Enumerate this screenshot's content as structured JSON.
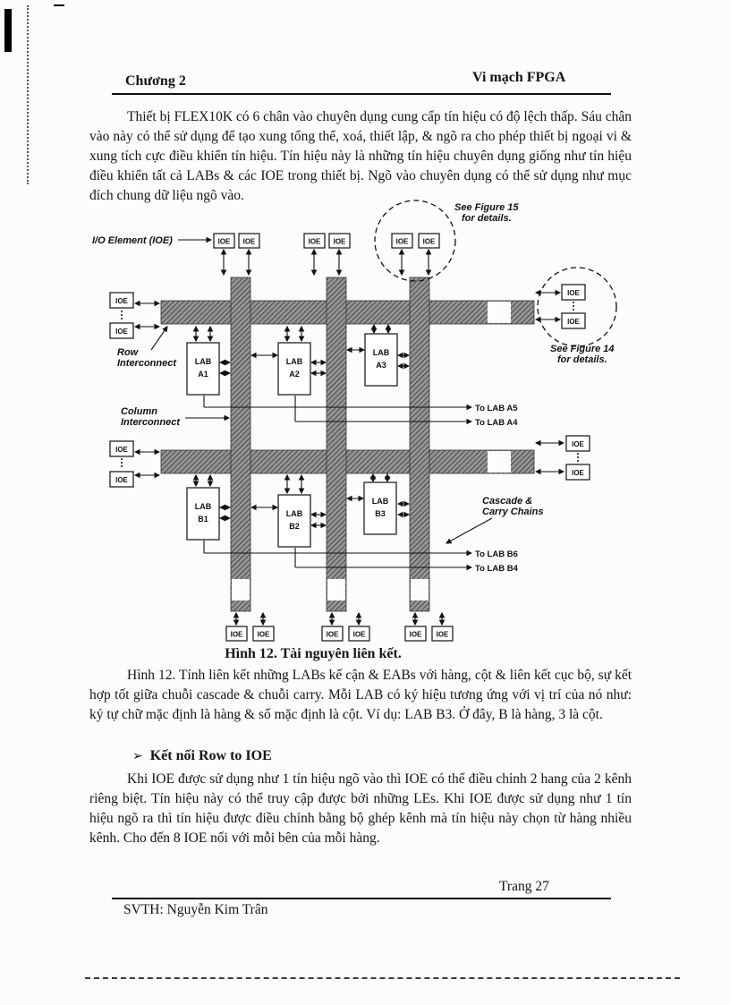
{
  "header": {
    "left": "Chương 2",
    "right": "Vi mạch FPGA"
  },
  "footer": {
    "left": "SVTH: Nguyễn Kim Trân",
    "right": "Trang 27"
  },
  "paragraphs": {
    "p1": "Thiết bị FLEX10K có 6 chân vào chuyên dụng cung cấp tín hiệu có độ lệch thấp. Sáu chân vào này có thể sử dụng để tạo xung tổng thể, xoá, thiết lập, & ngõ ra cho phép thiết bị ngoại vi & xung tích cực điều khiển tín hiệu. Tín hiệu này là những tín hiệu chuyên dụng giống như tín hiệu điều khiển tất cả LABs & các IOE trong thiết bị. Ngõ vào chuyên dụng có thể sử dụng như mục đích chung dữ liệu ngõ vào.",
    "p2": "Hình 12. Tính liên kết những LABs kế cận & EABs với hàng, cột & liên kết cục bộ, sự kết hợp tốt giữa chuỗi cascade & chuỗi carry. Mỗi LAB có ký hiệu tương ứng với vị trí của nó như: ký tự chữ mặc định là hàng & số mặc định là cột. Ví dụ: LAB B3. Ở đây, B là hàng, 3 là cột.",
    "p3": "Khi IOE được sử dụng như 1 tín hiệu ngõ vào thì IOE có thể điều chỉnh 2 hang của 2 kênh riêng biệt. Tín hiệu này có thể truy cập được bởi những LEs. Khi IOE được sử dụng như 1 tín hiệu ngõ ra thì tín hiệu được điều chỉnh bằng bộ ghép kênh mà tín hiệu này chọn từ hàng nhiều kênh. Cho đến 8 IOE nối với mỗi bên của mỗi hàng."
  },
  "section": {
    "bullet": "➢",
    "heading": "Kết nối Row to IOE"
  },
  "figure": {
    "caption": "Hình 12. Tài nguyên liên kết.",
    "ioe": "IOE",
    "io_element_label": "I/O Element (IOE)",
    "see_fig15_l1": "See Figure 15",
    "see_fig15_l2": "for details.",
    "see_fig14_l1": "See Figure 14",
    "see_fig14_l2": "for details.",
    "row_interconnect_l1": "Row",
    "row_interconnect_l2": "Interconnect",
    "col_interconnect_l1": "Column",
    "col_interconnect_l2": "Interconnect",
    "cascade_l1": "Cascade &",
    "cascade_l2": "Carry Chains",
    "to_lab_a5": "To LAB A5",
    "to_lab_a4": "To LAB A4",
    "to_lab_b6": "To LAB B6",
    "to_lab_b4": "To LAB B4",
    "lab_word": "LAB",
    "labs": {
      "a1": "A1",
      "a2": "A2",
      "a3": "A3",
      "b1": "B1",
      "b2": "B2",
      "b3": "B3"
    }
  }
}
